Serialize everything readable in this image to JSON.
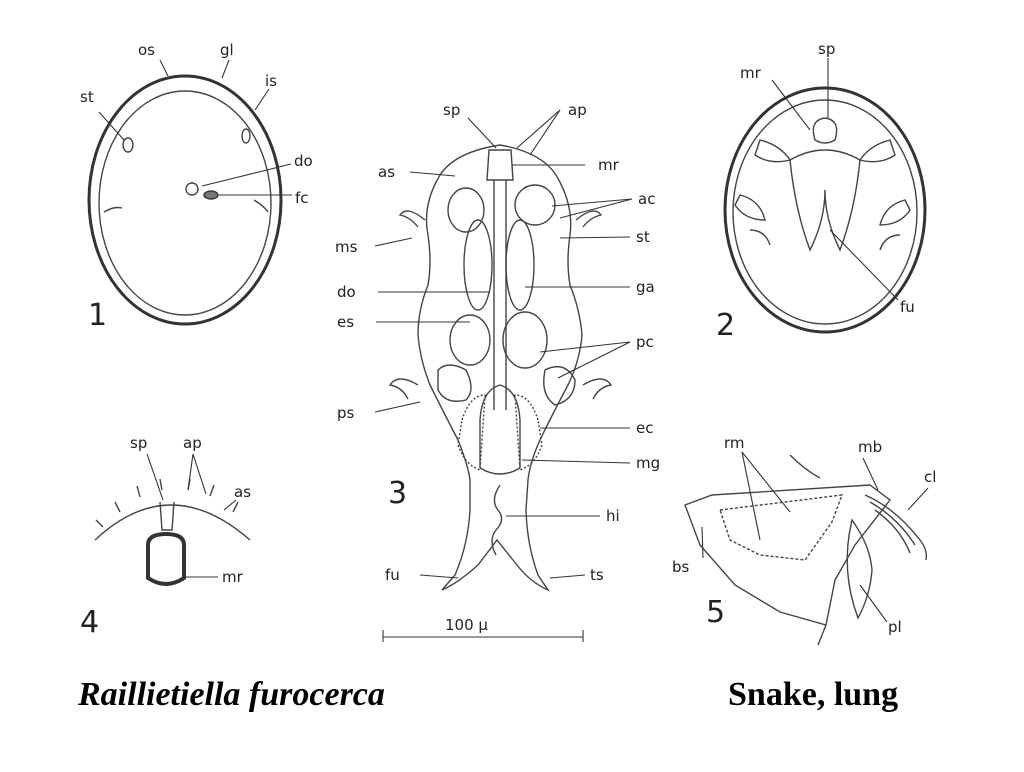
{
  "figure": {
    "caption_species": "Raillietiella  furocerca",
    "caption_host": "Snake, lung",
    "scale_bar_label": "100 μ",
    "panel_numbers": [
      "1",
      "2",
      "3",
      "4",
      "5"
    ],
    "panel1_labels": {
      "os": "os",
      "gl": "gl",
      "is": "is",
      "st": "st",
      "do": "do",
      "fc": "fc"
    },
    "panel2_labels": {
      "sp": "sp",
      "mr": "mr",
      "fu": "fu"
    },
    "panel3_labels": {
      "sp": "sp",
      "ap": "ap",
      "as": "as",
      "mr": "mr",
      "ac": "ac",
      "ms": "ms",
      "st": "st",
      "do": "do",
      "ga": "ga",
      "es": "es",
      "pc": "pc",
      "ps": "ps",
      "ec": "ec",
      "mg": "mg",
      "hi": "hi",
      "fu": "fu",
      "ts": "ts"
    },
    "panel4_labels": {
      "sp": "sp",
      "ap": "ap",
      "as": "as",
      "mr": "mr"
    },
    "panel5_labels": {
      "rm": "rm",
      "mb": "mb",
      "cl": "cl",
      "bs": "bs",
      "pl": "pl"
    }
  }
}
